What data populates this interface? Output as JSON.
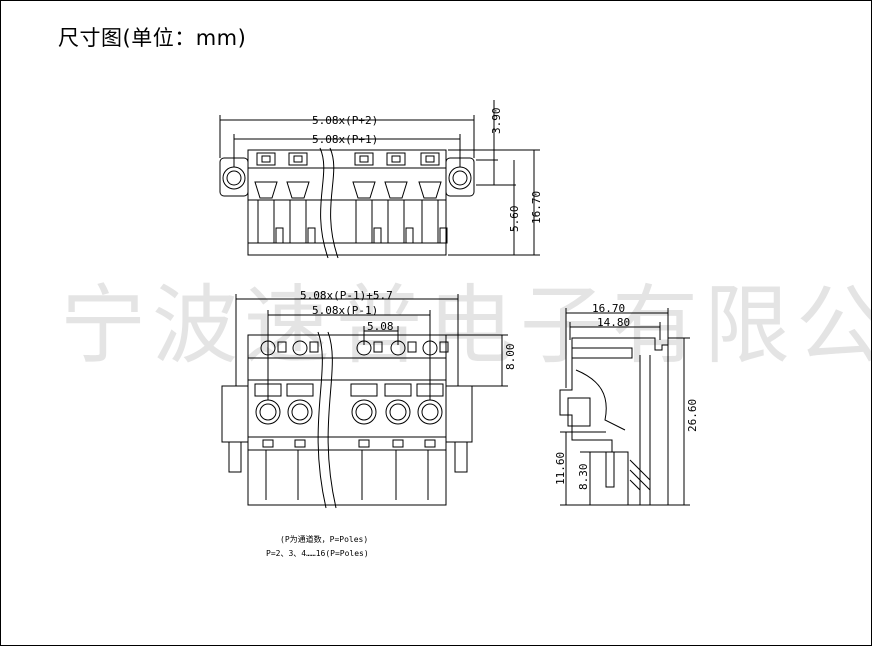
{
  "title": "尺寸图(单位：mm)",
  "watermark": "宁波速普电子有限公司",
  "top_view": {
    "dim_overall": "5.08x(P+2)",
    "dim_pitch_span": "5.08x(P+1)",
    "dim_height_total": "16.70",
    "dim_height_partial": "5.60",
    "dim_flange": "3.90"
  },
  "front_view": {
    "dim_overall": "5.08x(P-1)+5.7",
    "dim_span": "5.08x(P-1)",
    "dim_pitch": "5.08",
    "dim_height": "8.00"
  },
  "side_view": {
    "dim_width_outer": "16.70",
    "dim_width_inner": "14.80",
    "dim_height_total": "26.60",
    "dim_height_lower": "11.60",
    "dim_height_pin": "8.30"
  },
  "notes": {
    "line1": "(P为通道数，P=Poles)",
    "line2": "P=2、3、4……16(P=Poles)"
  }
}
